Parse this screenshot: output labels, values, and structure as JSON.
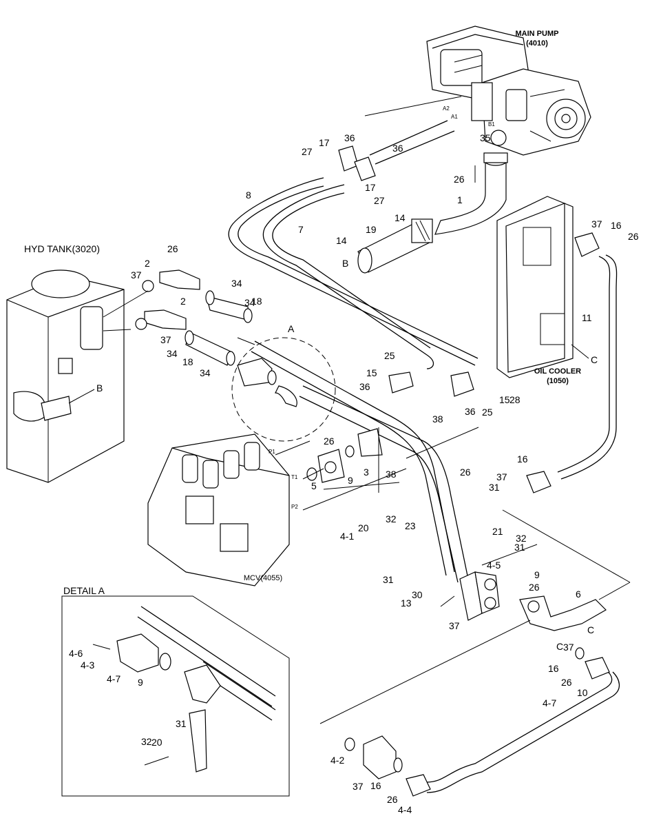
{
  "components": {
    "main_pump": "MAIN PUMP",
    "main_pump_code": "(4010)",
    "hyd_tank": "HYD TANK(3020)",
    "oil_cooler": "OIL COOLER",
    "oil_cooler_code": "(1050)",
    "mcv": "MCV(4055)",
    "detail_title": "DETAIL A"
  },
  "ports": {
    "a2": "A2",
    "a1": "A1",
    "b1": "B1",
    "p1": "P1",
    "t1": "T1",
    "p2": "P2"
  },
  "refs": {
    "a": "A",
    "b_hose": "B",
    "b_tank": "B",
    "c_cooler": "C",
    "c_lower": "C"
  },
  "callouts": [
    "36",
    "17",
    "27",
    "36",
    "17",
    "27",
    "26",
    "35",
    "1",
    "8",
    "7",
    "14",
    "19",
    "14",
    "37",
    "16",
    "26",
    "11",
    "26",
    "2",
    "37",
    "34",
    "18",
    "34",
    "2",
    "37",
    "34",
    "18",
    "34",
    "25",
    "15",
    "36",
    "36",
    "15",
    "25",
    "28",
    "38",
    "26",
    "3",
    "9",
    "38",
    "5",
    "26",
    "16",
    "37",
    "31",
    "32",
    "20",
    "4-1",
    "23",
    "21",
    "32",
    "31",
    "9",
    "4-5",
    "31",
    "30",
    "13",
    "37",
    "26",
    "6",
    "C",
    "37",
    "16",
    "26",
    "10",
    "4-7",
    "4-2",
    "37",
    "16",
    "26",
    "4-4",
    "4-6",
    "4-3",
    "4-7",
    "9",
    "31",
    "32",
    "20"
  ]
}
